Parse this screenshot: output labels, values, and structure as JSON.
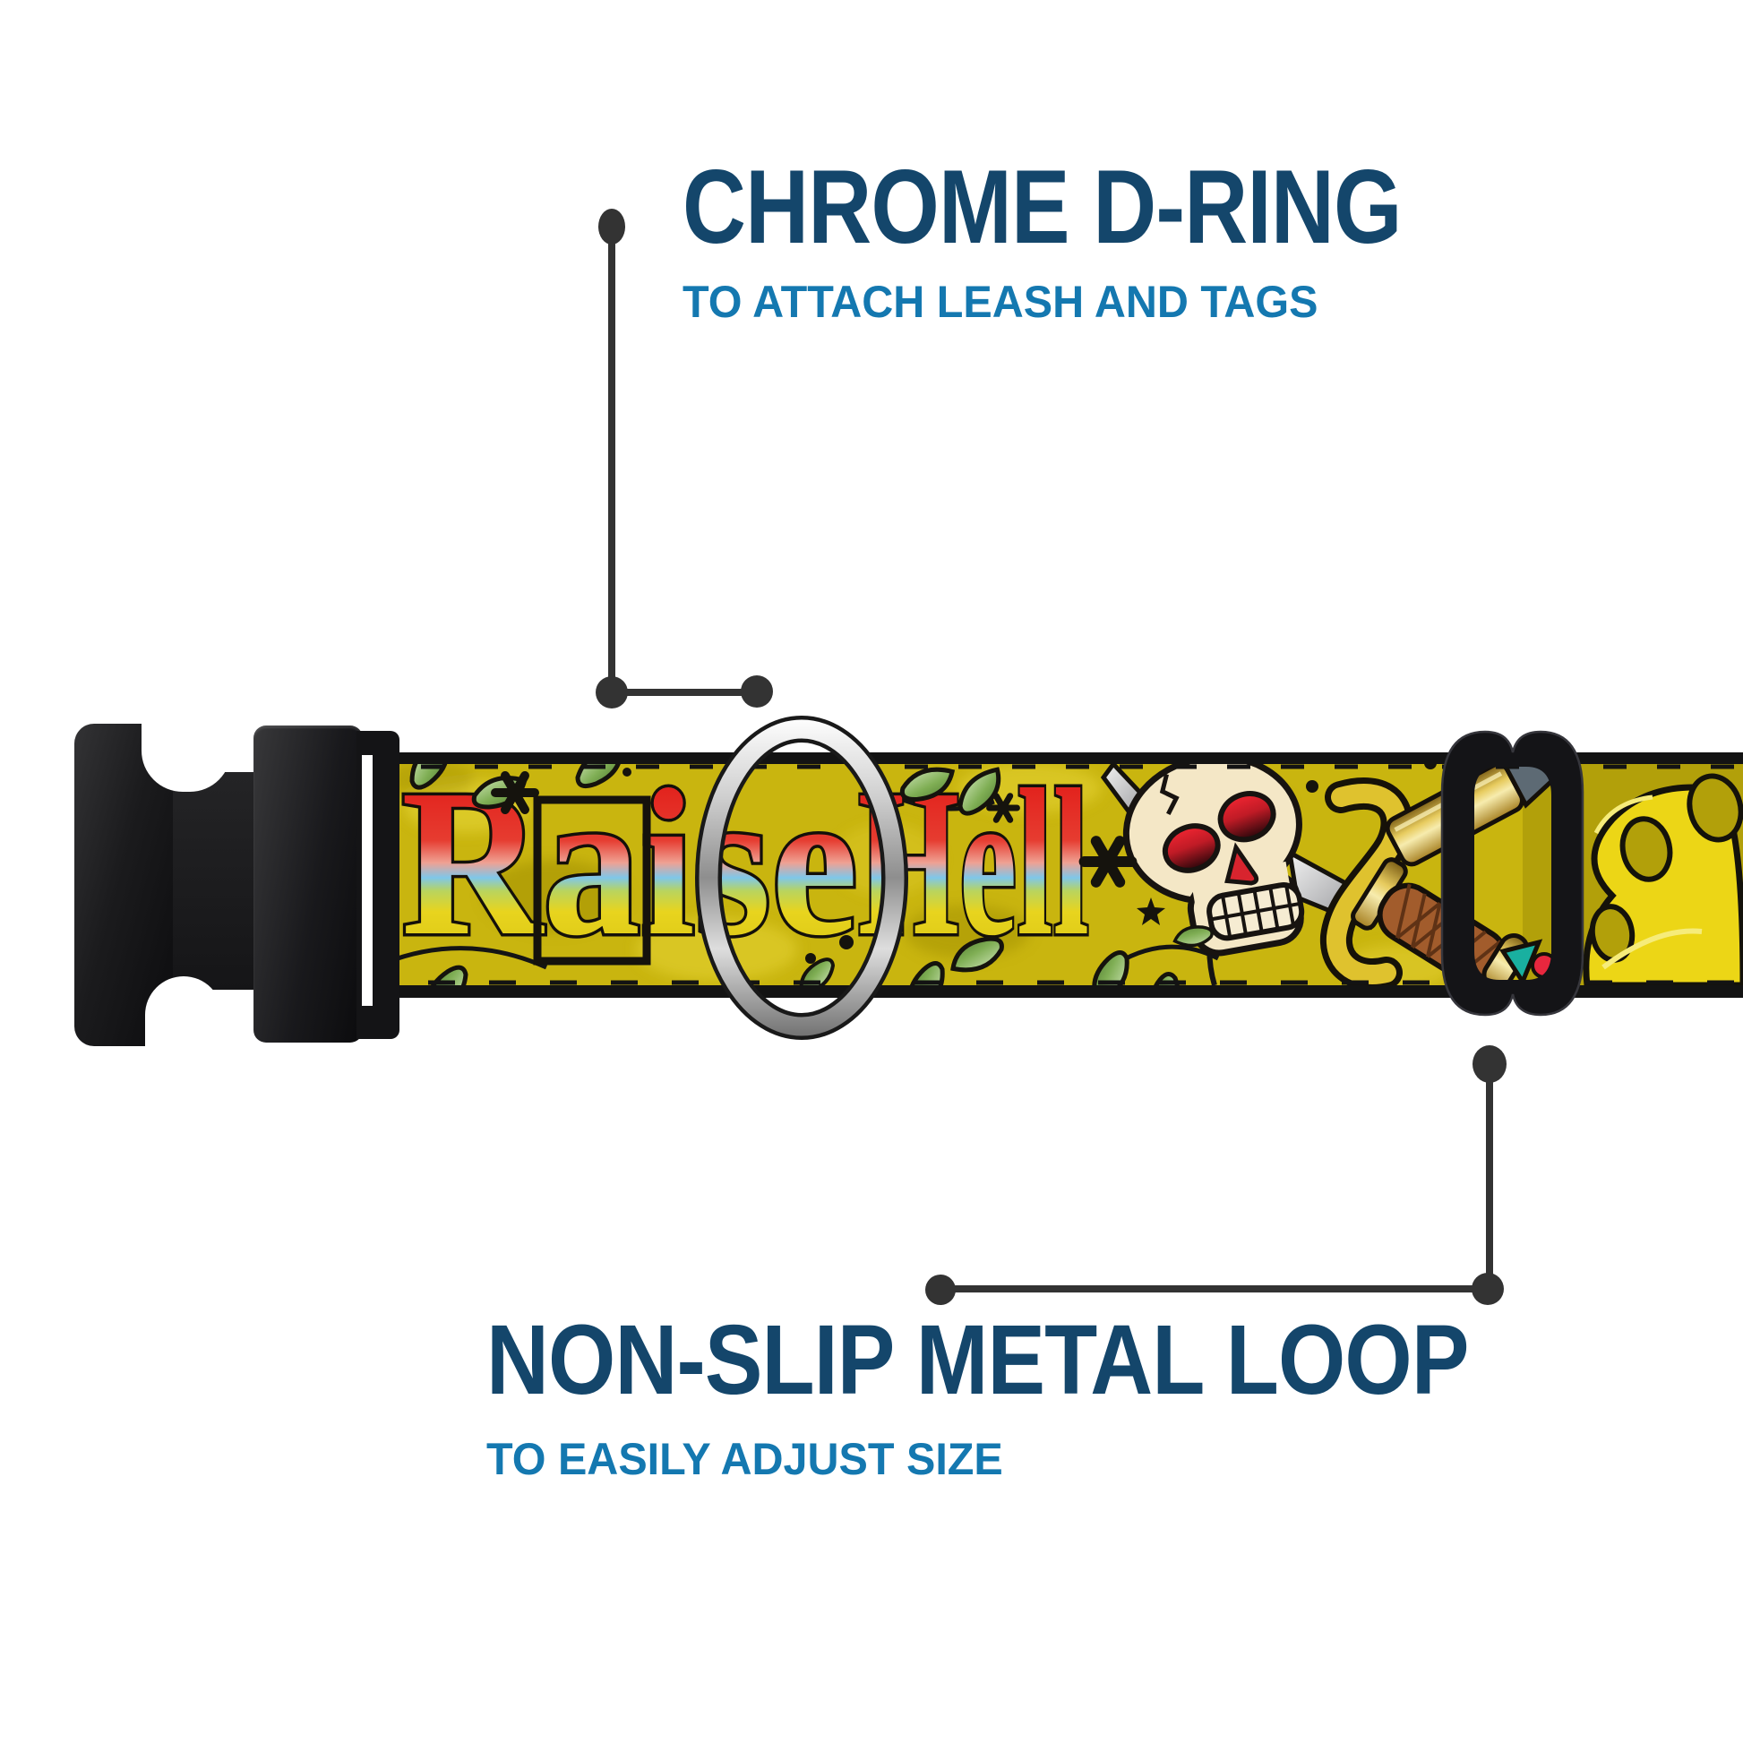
{
  "image": {
    "background_color": "#ffffff"
  },
  "callout_top": {
    "title": "CHROME D-RING",
    "subtitle": "TO ATTACH LEASH AND TAGS",
    "title_color": "#14466B",
    "subtitle_color": "#1478B0"
  },
  "callout_bottom": {
    "title": "NON-SLIP METAL LOOP",
    "subtitle": "TO EASILY ADJUST SIZE",
    "title_color": "#14466B",
    "subtitle_color": "#1478B0"
  },
  "connector_color": "#333333",
  "collar": {
    "webbing_text": {
      "word1": "Raise",
      "word2": "Hell"
    },
    "colors": {
      "webbing_yellow": "#C9B50F",
      "webbing_olive": "#B2A00A",
      "hardware_black": "#17171A",
      "chrome": "#C9C9C9",
      "letter_red": "#E2211C",
      "letter_blue": "#7FC7E9"
    },
    "parts": {
      "left": "buckle",
      "middle": "d-ring",
      "right": "slider-loop"
    }
  }
}
